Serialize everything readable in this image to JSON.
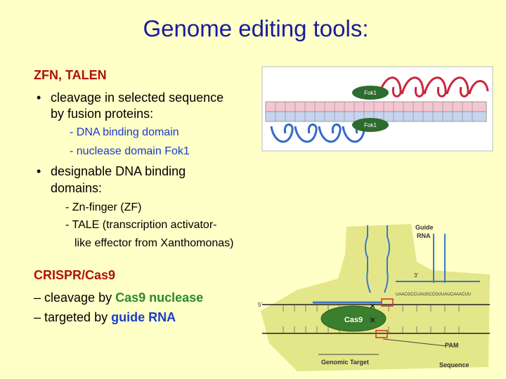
{
  "title": "Genome editing tools:",
  "zfn": {
    "heading": "ZFN, TALEN",
    "bullet1_line1": "cleavage in selected sequence",
    "bullet1_line2": "by fusion proteins:",
    "sub1": "- DNA binding domain",
    "sub2": "- nuclease domain Fok1",
    "bullet2_line1": "designable DNA binding",
    "bullet2_line2": "domains:",
    "sub3": "- Zn-finger (ZF)",
    "sub4": "- TALE (transcription activator-",
    "sub5": "like effector from Xanthomonas)"
  },
  "crispr": {
    "heading": "CRISPR/Cas9",
    "line1_prefix": "– cleavage by ",
    "line1_em": "Cas9 nuclease",
    "line2_prefix": "– targeted by ",
    "line2_em": "guide RNA"
  },
  "bullet_glyph": "•",
  "figure_zfn": {
    "label_top": "Fok1",
    "label_bottom": "Fok1"
  },
  "figure_cas9": {
    "guide_rna": "Guide",
    "guide_rna2": "RNA",
    "cas9": "Cas9",
    "three_prime": "3'",
    "five_prime": "5'",
    "pam": "PAM",
    "pam2": "Sequence",
    "genomic_target": "Genomic Target",
    "guide_seq": "UAACGCCUAUGCCGUUAUCAAACUU"
  }
}
